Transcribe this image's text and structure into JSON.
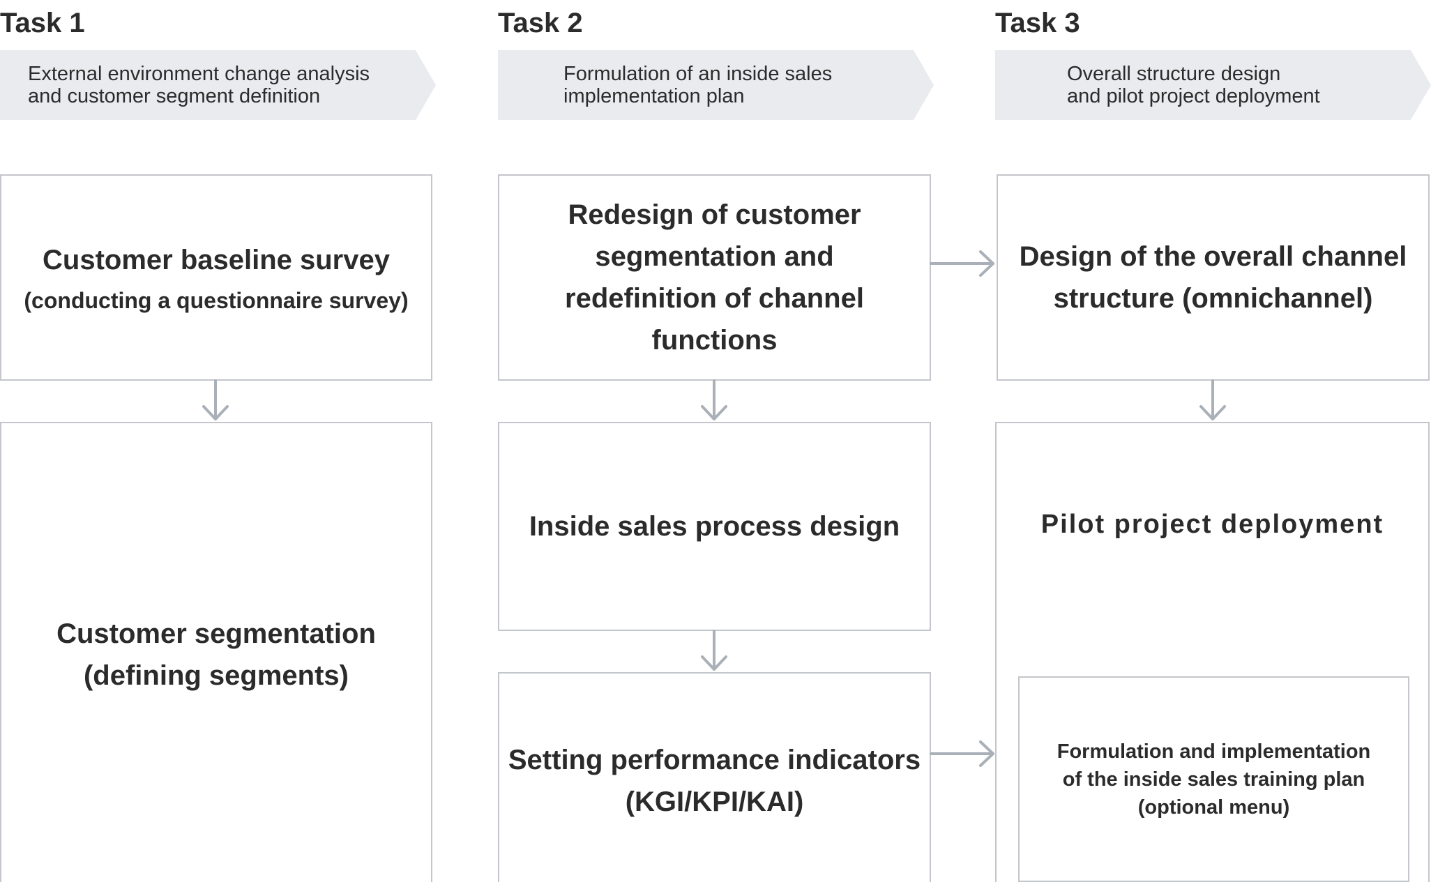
{
  "tasks": [
    {
      "title": "Task 1",
      "banner": "External environment change analysis\nand customer segment definition"
    },
    {
      "title": "Task 2",
      "banner": "Formulation of an inside sales\nimplementation plan"
    },
    {
      "title": "Task 3",
      "banner": "Overall structure design\nand pilot project deployment"
    }
  ],
  "boxes": {
    "baseline_survey": {
      "title": "Customer baseline survey",
      "subtitle": "(conducting a questionnaire survey)"
    },
    "segmentation": {
      "title": "Customer segmentation\n(defining segments)"
    },
    "redesign": {
      "title": "Redesign of customer\nsegmentation and\nredefinition of channel\nfunctions"
    },
    "process_design": {
      "title": "Inside sales process design"
    },
    "performance": {
      "title": "Setting performance indicators\n(KGI/KPI/KAI)"
    },
    "channel_structure": {
      "title": "Design of the overall channel\nstructure (omnichannel)"
    },
    "pilot": {
      "title": "Pilot project deployment",
      "inner": "Formulation and implementation\nof the inside sales training plan\n(optional menu)"
    }
  },
  "colors": {
    "banner_bg": "#e9ebee",
    "box_border": "#c3c6cb",
    "arrow": "#a9b0b8",
    "text": "#2b2b2b"
  }
}
